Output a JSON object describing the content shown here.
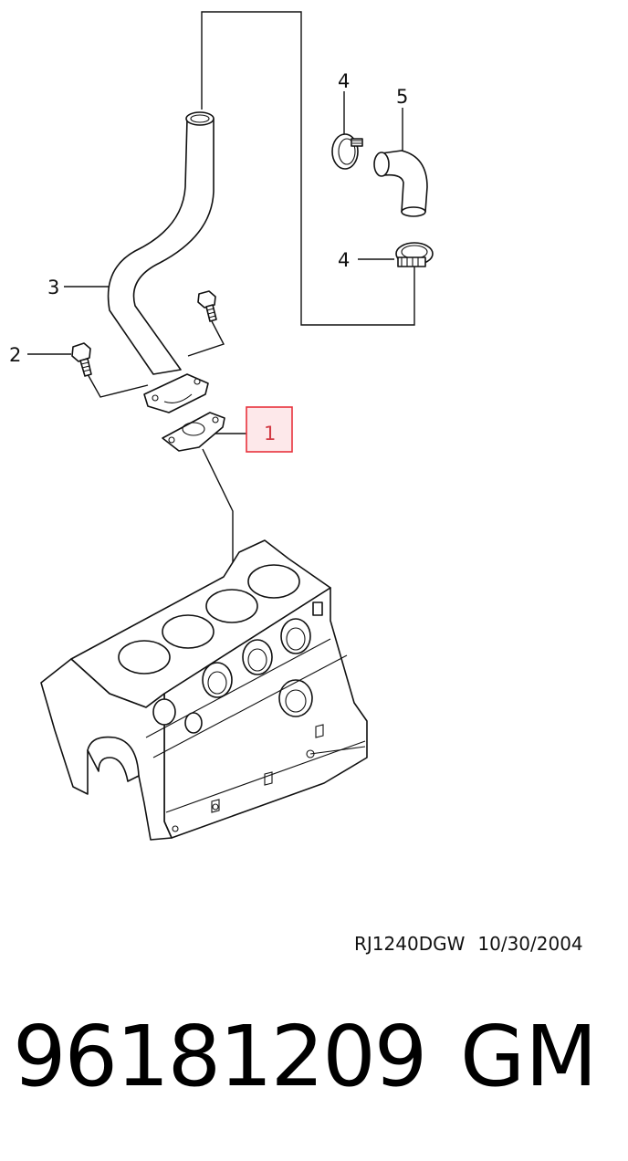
{
  "diagram": {
    "callouts": [
      {
        "number": "1",
        "part": "gasket"
      },
      {
        "number": "2",
        "part": "bolt"
      },
      {
        "number": "3",
        "part": "pipe"
      },
      {
        "number": "4",
        "part": "clamp"
      },
      {
        "number": "4",
        "part": "clamp"
      },
      {
        "number": "5",
        "part": "hose"
      }
    ],
    "highlighted_callout": "1",
    "highlight_color": "#e8323c",
    "highlight_fill": "#fde8ea"
  },
  "footer": {
    "drawing_code": "RJ1240DGW",
    "drawing_date": "10/30/2004",
    "part_number": "96181209",
    "manufacturer": "GM"
  }
}
